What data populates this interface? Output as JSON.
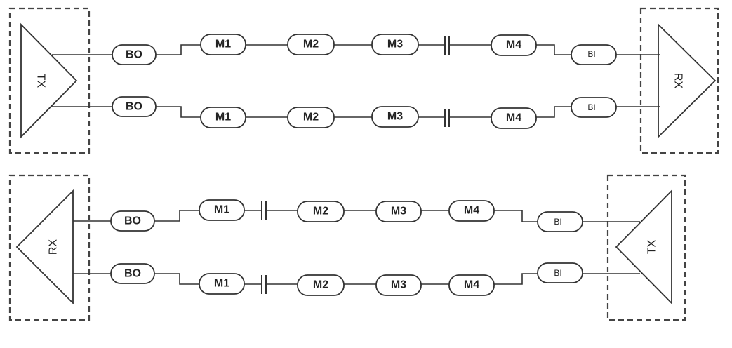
{
  "panels": [
    {
      "left_unit": "TX",
      "right_unit": "RX",
      "lanes": [
        {
          "start": "BO",
          "modules": [
            "M1",
            "M2",
            "M3",
            "M4"
          ],
          "end": "BI"
        },
        {
          "start": "BO",
          "modules": [
            "M1",
            "M2",
            "M3",
            "M4"
          ],
          "end": "BI"
        }
      ]
    },
    {
      "left_unit": "RX",
      "right_unit": "TX",
      "lanes": [
        {
          "start": "BO",
          "modules": [
            "M1",
            "M2",
            "M3",
            "M4"
          ],
          "end": "BI"
        },
        {
          "start": "BO",
          "modules": [
            "M1",
            "M2",
            "M3",
            "M4"
          ],
          "end": "BI"
        }
      ]
    }
  ]
}
